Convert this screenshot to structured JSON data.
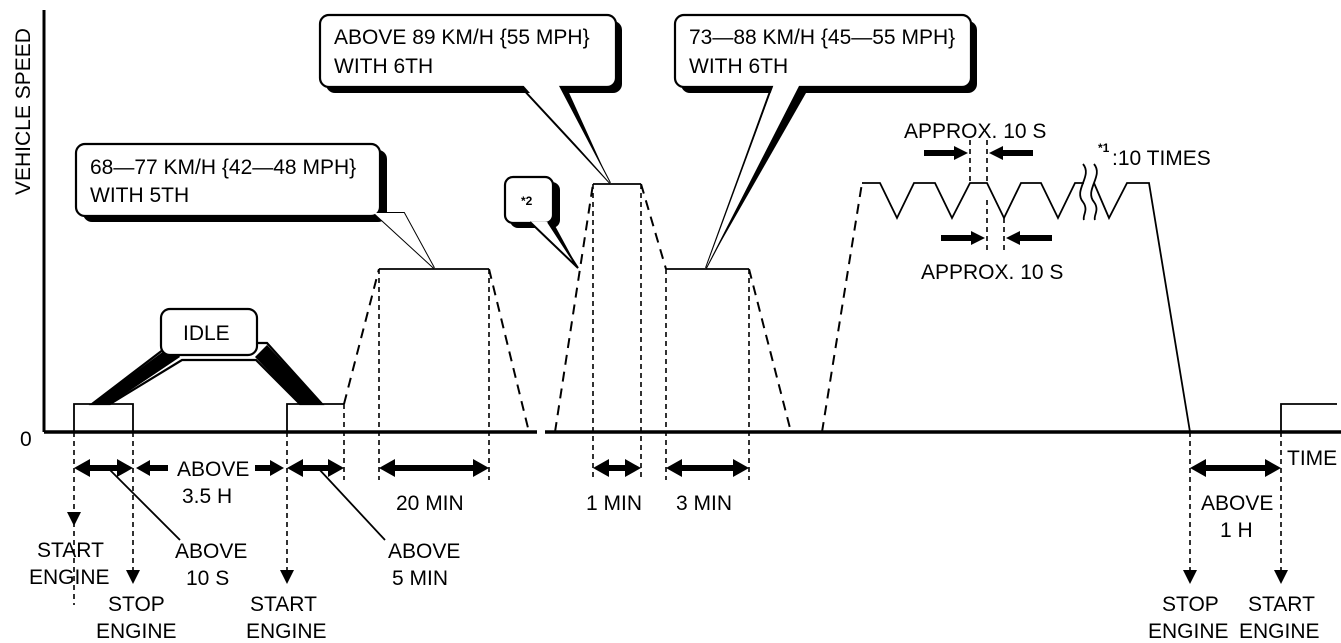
{
  "axis": {
    "y_label": "VEHICLE SPEED",
    "x_label": "TIME",
    "origin_label": "0"
  },
  "callouts": {
    "idle": "IDLE",
    "speed_5th_line1": "68—77 KM/H {42—48 MPH}",
    "speed_5th_line2": "WITH 5TH",
    "speed_above89_line1": "ABOVE 89 KM/H {55 MPH}",
    "speed_above89_line2": "WITH 6TH",
    "speed_73_88_line1": "73—88 KM/H {45—55 MPH}",
    "speed_73_88_line2": "WITH 6TH",
    "note2": "*2"
  },
  "annotations": {
    "approx_top": "APPROX. 10 S",
    "approx_bottom": "APPROX. 10 S",
    "ten_times_mark": "*1",
    "ten_times_text": ":10 TIMES"
  },
  "durations": {
    "above_3_5h_line1": "ABOVE",
    "above_3_5h_line2": "3.5 H",
    "twenty_min": "20 MIN",
    "one_min": "1 MIN",
    "three_min": "3 MIN",
    "above_1h_line1": "ABOVE",
    "above_1h_line2": "1 H",
    "above_10s_line1": "ABOVE",
    "above_10s_line2": "10 S",
    "above_5min_line1": "ABOVE",
    "above_5min_line2": "5 MIN"
  },
  "events": {
    "start_engine_1_line1": "START",
    "start_engine_1_line2": "ENGINE",
    "stop_engine_1_line1": "STOP",
    "stop_engine_1_line2": "ENGINE",
    "start_engine_2_line1": "START",
    "start_engine_2_line2": "ENGINE",
    "stop_engine_2_line1": "STOP",
    "stop_engine_2_line2": "ENGINE",
    "start_engine_3_line1": "START",
    "start_engine_3_line2": "ENGINE"
  }
}
